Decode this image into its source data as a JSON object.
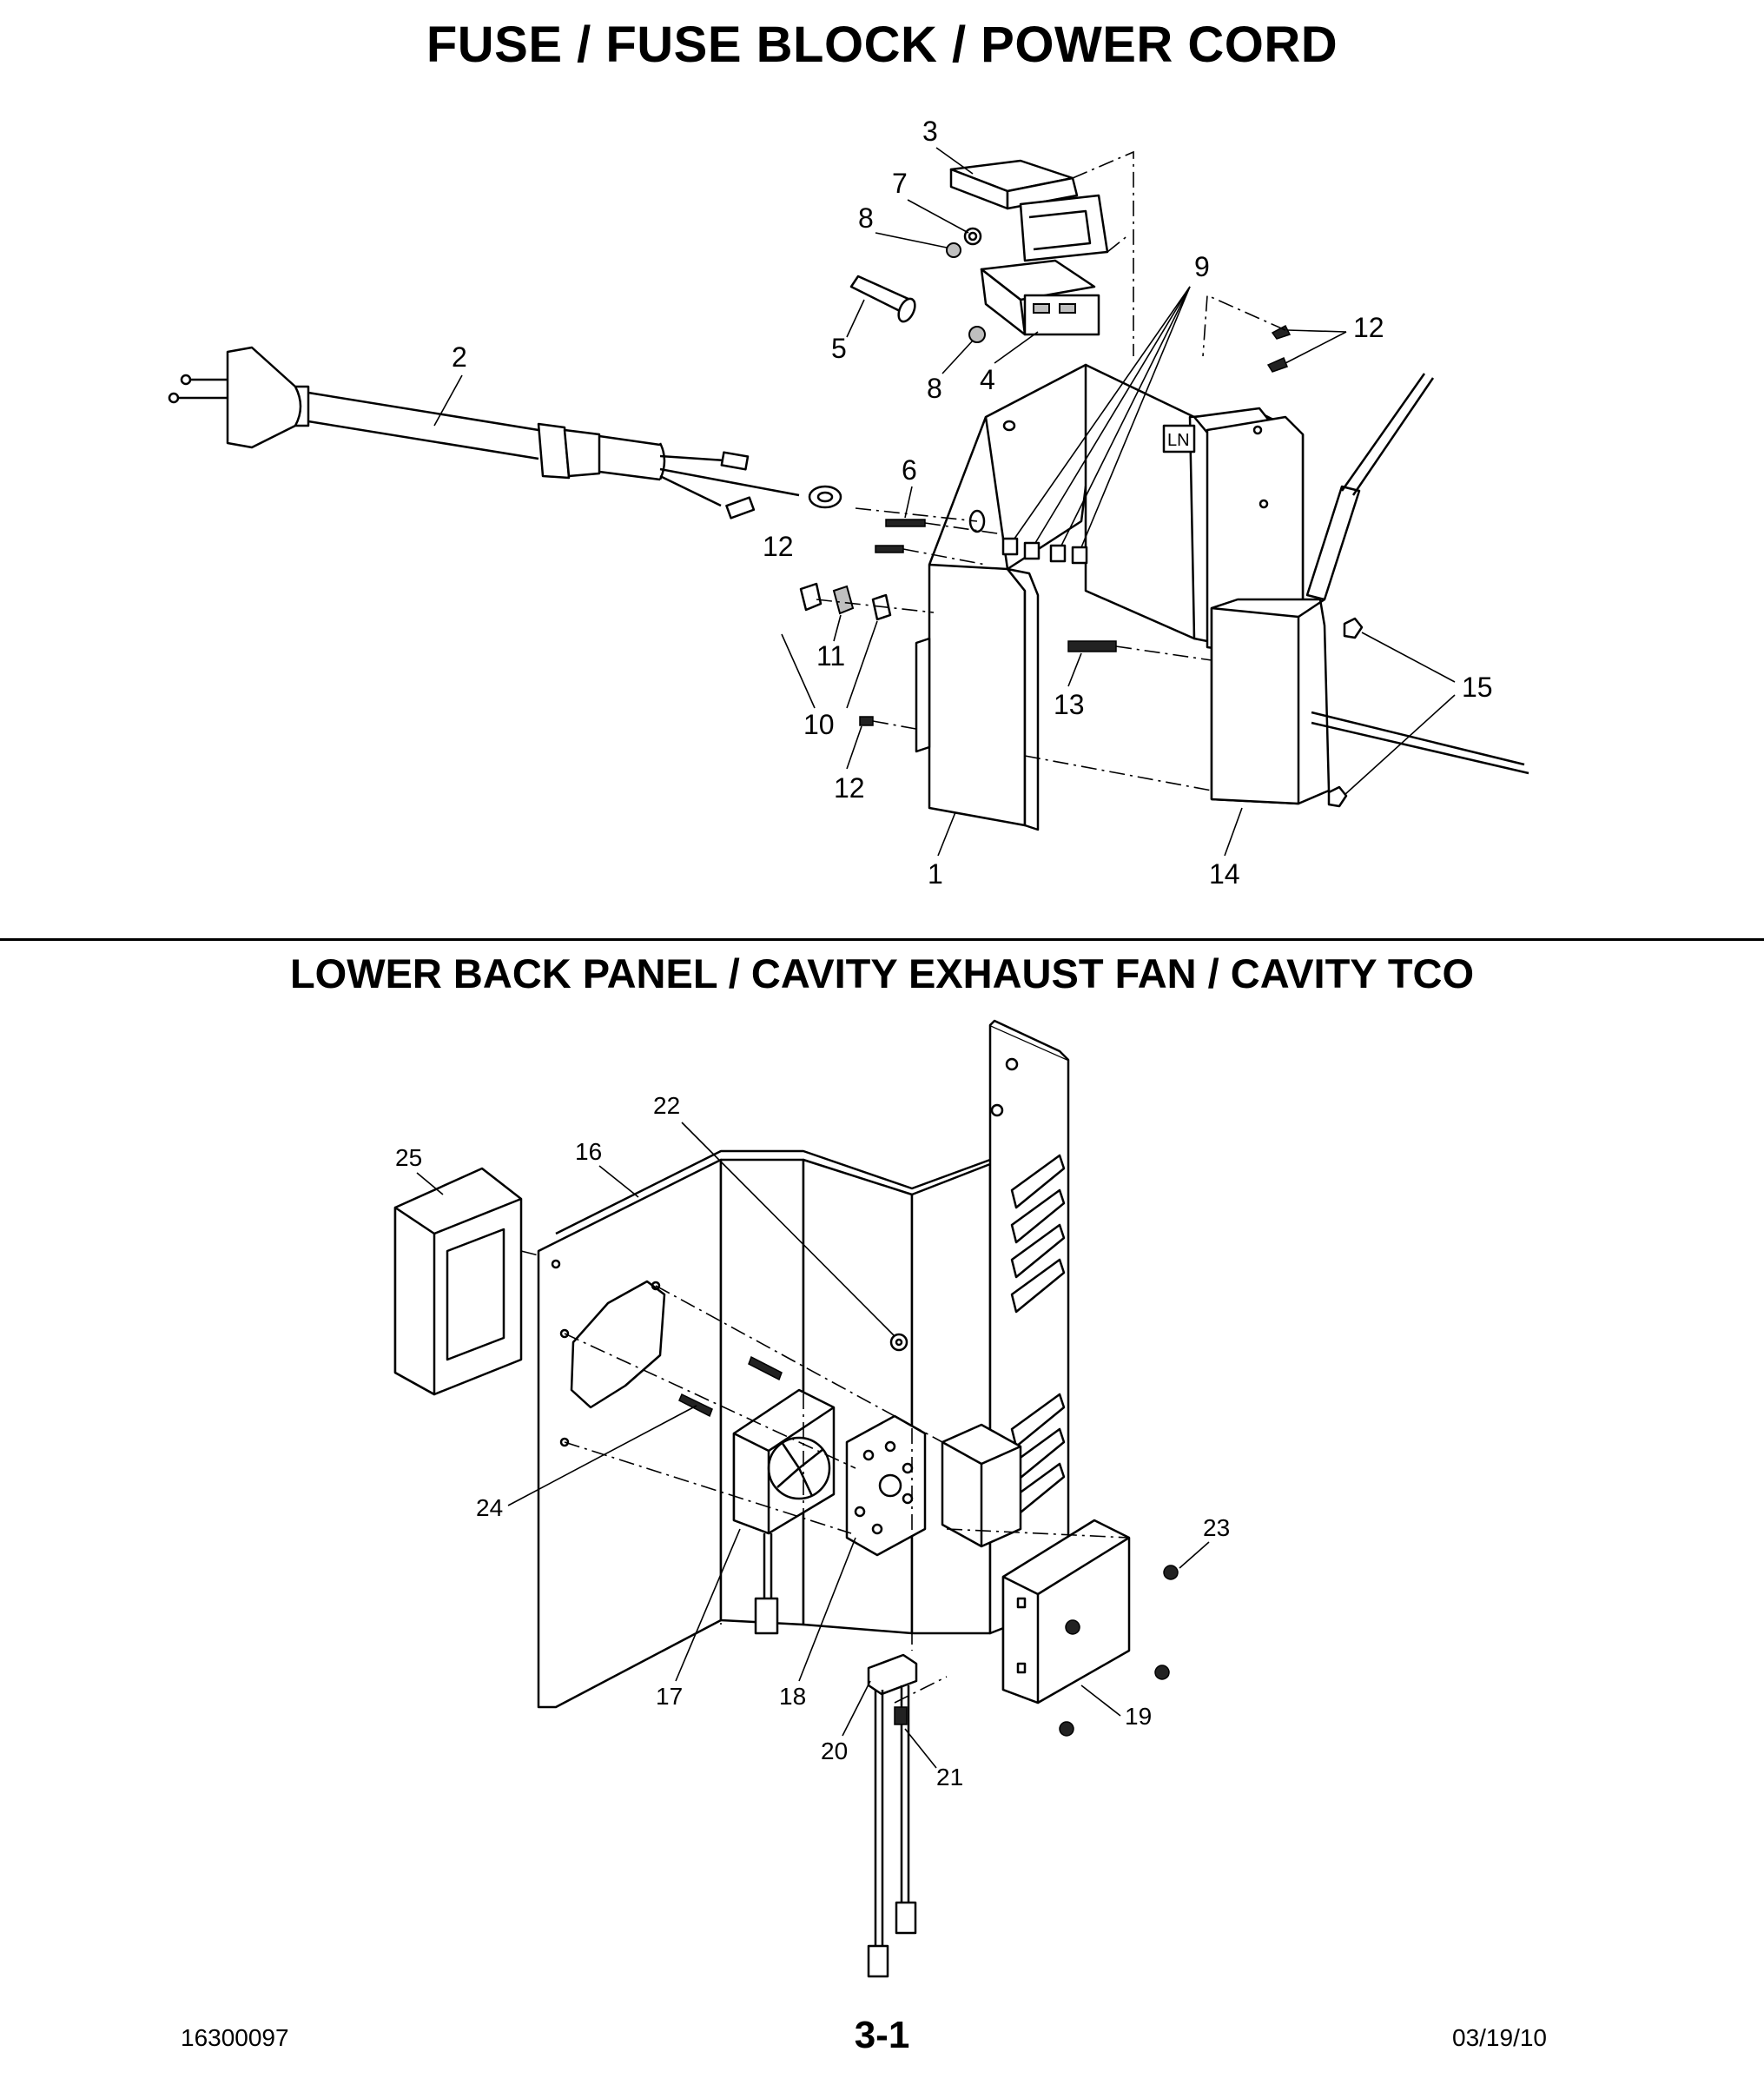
{
  "titles": {
    "top": "FUSE / FUSE BLOCK / POWER CORD",
    "bottom": "LOWER BACK PANEL / CAVITY EXHAUST FAN / CAVITY TCO"
  },
  "diagram_top": {
    "label_marking": "LN",
    "callouts": [
      "3",
      "7",
      "8",
      "9",
      "5",
      "8",
      "4",
      "12",
      "2",
      "6",
      "12",
      "11",
      "10",
      "13",
      "15",
      "12",
      "1",
      "14"
    ]
  },
  "diagram_bottom": {
    "callouts": [
      "22",
      "25",
      "16",
      "24",
      "17",
      "18",
      "23",
      "19",
      "20",
      "21"
    ]
  },
  "footer": {
    "doc_number": "16300097",
    "page": "3-1",
    "date": "03/19/10"
  }
}
